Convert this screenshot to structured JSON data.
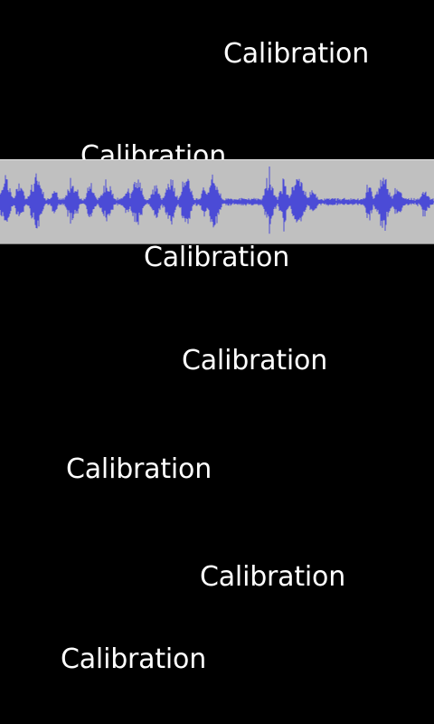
{
  "calibration_labels": [
    "Calibration",
    "Calibration",
    "Calibration",
    "Calibration",
    "Calibration",
    "Calibration",
    "Calibration"
  ],
  "colors": {
    "background": "#000000",
    "label_text": "#ffffff",
    "waveform_panel": "#c0c0c0",
    "waveform": "#4b4bd6"
  }
}
